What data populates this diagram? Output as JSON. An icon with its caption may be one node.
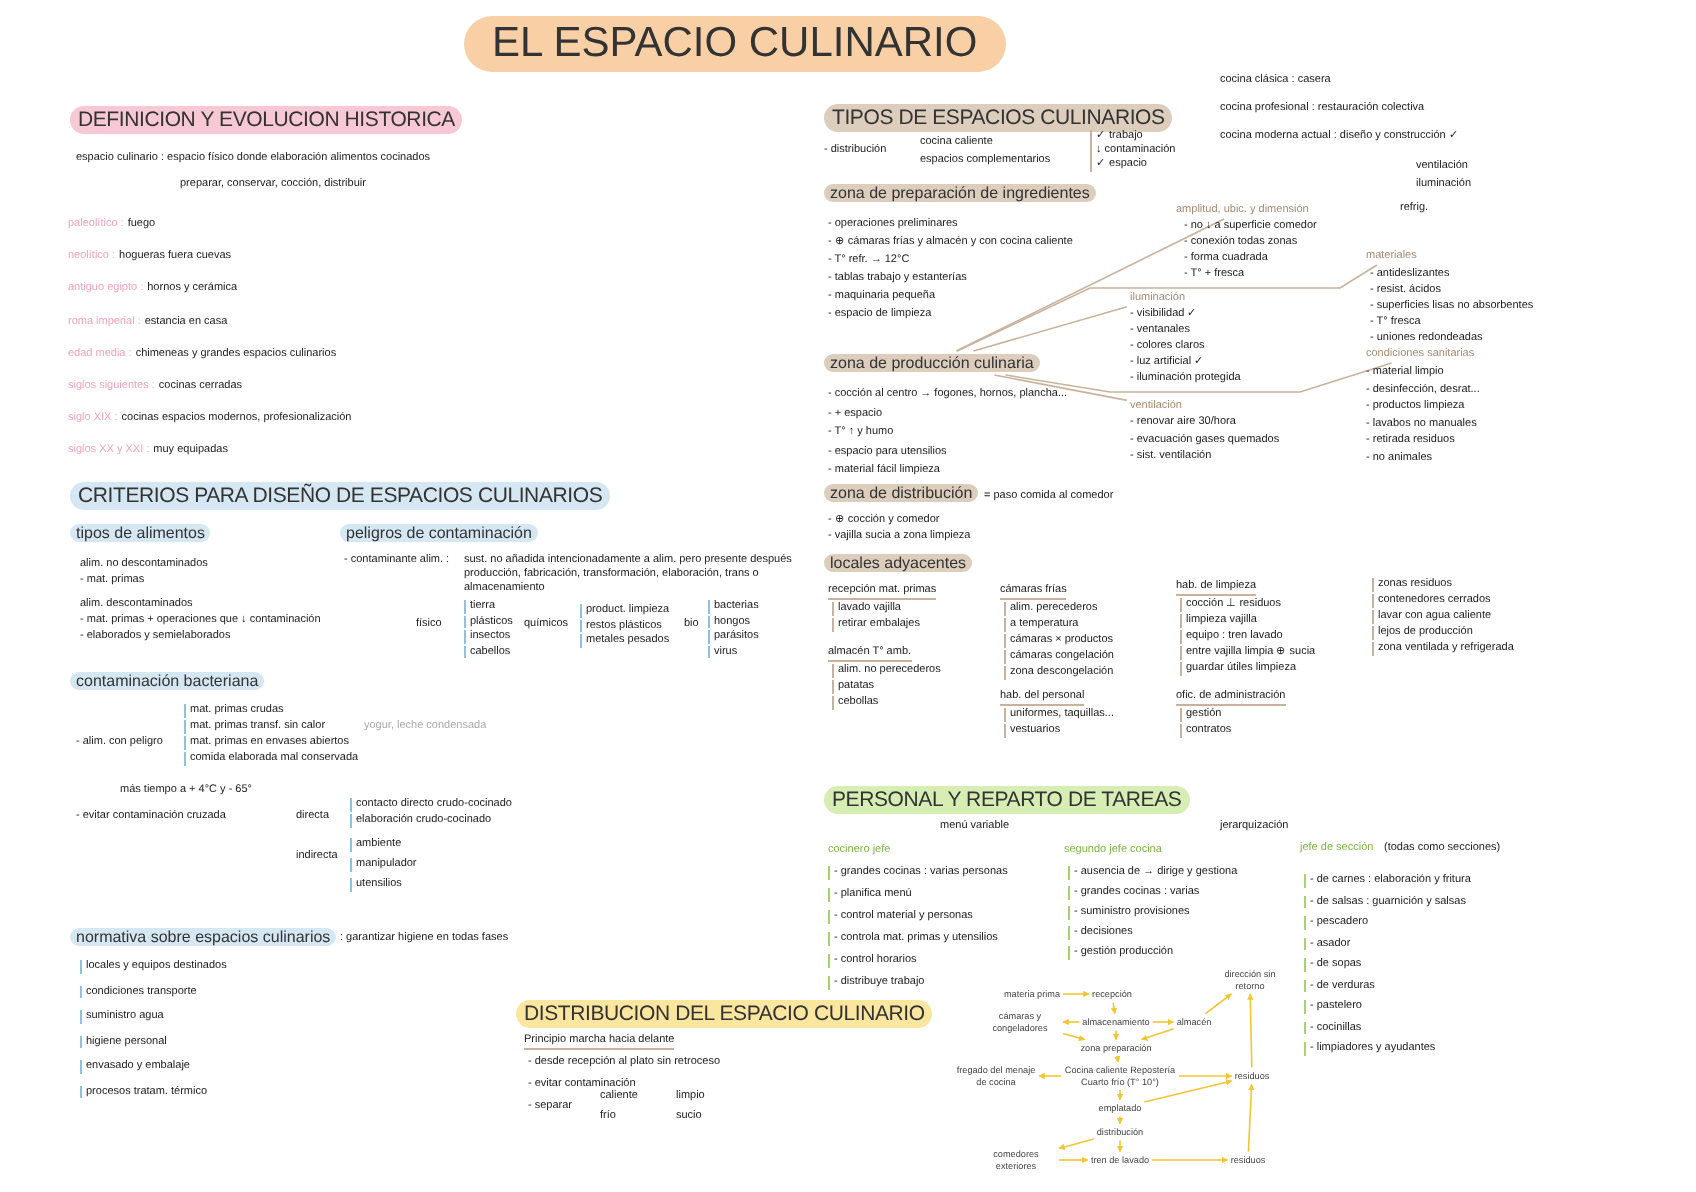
{
  "diagram": {
    "title": "EL ESPACIO CULINARIO",
    "nodes": [
      {
        "text": [
          "zona de producción culinaria"
        ]
      },
      {
        "text": [
          "amplitud, ubic. y dimensión"
        ]
      },
      {
        "text": [
          "materiales"
        ]
      },
      {
        "text": [
          "iluminación"
        ]
      },
      {
        "text": [
          "condiciones sanitarias"
        ]
      },
      {
        "text": [
          "ventilación"
        ]
      },
      {
        "text": [
          "dirección sin retorno"
        ]
      },
      {
        "text": [
          "materia prima"
        ]
      },
      {
        "text": [
          "recepción"
        ]
      },
      {
        "text": [
          "cámaras y congeladores"
        ]
      },
      {
        "text": [
          "almacenamiento"
        ]
      },
      {
        "text": [
          "almacén"
        ]
      },
      {
        "text": [
          "zona preparación"
        ]
      },
      {
        "text": [
          "fregado del menaje de cocina"
        ]
      },
      {
        "text": [
          "Cocina caliente Repostería Cuarto frío (T° 10°)"
        ]
      },
      {
        "text": [
          "residuos"
        ]
      },
      {
        "text": [
          "emplatado"
        ]
      },
      {
        "text": [
          "distribución"
        ]
      },
      {
        "text": [
          "comedores exteriores"
        ]
      },
      {
        "text": [
          "tren de lavado"
        ]
      },
      {
        "text": [
          "residuos"
        ]
      }
    ],
    "edges": [
      {
        "from": 0,
        "to": 1,
        "arrow": "none",
        "color": "#c8b29c"
      },
      {
        "from": 0,
        "to": 2,
        "arrow": "none",
        "color": "#c8b29c"
      },
      {
        "from": 0,
        "to": 3,
        "arrow": "none",
        "color": "#c8b29c"
      },
      {
        "from": 0,
        "to": 4,
        "arrow": "none",
        "color": "#c8b29c"
      },
      {
        "from": 0,
        "to": 5,
        "arrow": "none",
        "color": "#c8b29c"
      },
      {
        "from": 7,
        "to": 8,
        "arrow": "to"
      },
      {
        "from": 8,
        "to": 10,
        "arrow": "to"
      },
      {
        "from": 10,
        "to": 9,
        "arrow": "to"
      },
      {
        "from": 10,
        "to": 11,
        "arrow": "to"
      },
      {
        "from": 9,
        "to": 12,
        "arrow": "to"
      },
      {
        "from": 10,
        "to": 12,
        "arrow": "to"
      },
      {
        "from": 11,
        "to": 12,
        "arrow": "to"
      },
      {
        "from": 12,
        "to": 14,
        "arrow": "to"
      },
      {
        "from": 14,
        "to": 13,
        "arrow": "to"
      },
      {
        "from": 14,
        "to": 15,
        "arrow": "to"
      },
      {
        "from": 15,
        "to": 6,
        "arrow": "to"
      },
      {
        "from": 11,
        "to": 6,
        "arrow": "to"
      },
      {
        "from": 14,
        "to": 16,
        "arrow": "to"
      },
      {
        "from": 16,
        "to": 15,
        "arrow": "to"
      },
      {
        "from": 16,
        "to": 17,
        "arrow": "to"
      },
      {
        "from": 17,
        "to": 18,
        "arrow": "to"
      },
      {
        "from": 18,
        "to": 19,
        "arrow": "to"
      },
      {
        "from": 17,
        "to": 19,
        "arrow": "to"
      },
      {
        "from": 19,
        "to": 20,
        "arrow": "to"
      },
      {
        "from": 20,
        "to": 15,
        "arrow": "to"
      }
    ],
    "labels": [
      "DEFINICION Y EVOLUCION HISTORICA",
      "espacio culinario : espacio físico donde elaboración alimentos cocinados",
      "preparar, conservar, cocción, distribuir",
      "paleolítico :",
      "fuego",
      "neolítico :",
      "hogueras fuera cuevas",
      "antiguo egipto :",
      "hornos y cerámica",
      "roma imperial :",
      "estancia en casa",
      "edad media :",
      "chimeneas y grandes espacios culinarios",
      "siglos siguientes :",
      "cocinas cerradas",
      "siglo XIX :",
      "cocinas espacios modernos, profesionalización",
      "siglos XX y XXI :",
      "muy equipadas",
      "CRITERIOS PARA DISEÑO DE ESPACIOS CULINARIOS",
      "tipos de alimentos",
      "alim. no descontaminados",
      "- mat. primas",
      "alim. descontaminados",
      "- mat. primas + operaciones que ↓ contaminación",
      "- elaborados y semielaborados",
      "peligros de contaminación",
      "- contaminante alim. :",
      "sust. no añadida intencionadamente a alim. pero presente después producción, fabricación, transformación, elaboración, trans o almacenamiento",
      "físico",
      "tierra",
      "plásticos",
      "insectos",
      "cabellos",
      "químicos",
      "product. limpieza",
      "restos plásticos",
      "metales pesados",
      "bio",
      "bacterias",
      "hongos",
      "parásitos",
      "virus",
      "contaminación bacteriana",
      "- alim. con peligro",
      "mat. primas crudas",
      "mat. primas transf. sin calor",
      "mat. primas en envases abiertos",
      "comida elaborada mal conservada",
      "yogur, leche condensada",
      "más tiempo a + 4°C y - 65°",
      "- evitar contaminación cruzada",
      "directa",
      "contacto directo crudo-cocinado",
      "elaboración crudo-cocinado",
      "indirecta",
      "ambiente",
      "manipulador",
      "utensilios",
      "normativa sobre espacios culinarios",
      ": garantizar higiene en todas fases",
      "locales y equipos destinados",
      "condiciones transporte",
      "suministro agua",
      "higiene personal",
      "envasado y embalaje",
      "procesos tratam. térmico",
      "DISTRIBUCION DEL ESPACIO CULINARIO",
      "Principio marcha hacia delante",
      "- desde recepción al plato sin retroceso",
      "- evitar contaminación",
      "- separar",
      "caliente",
      "frío",
      "limpio",
      "sucio",
      "TIPOS DE ESPACIOS CULINARIOS",
      "cocina clásica : casera",
      "cocina profesional : restauración colectiva",
      "cocina moderna actual : diseño y construcción ✓",
      "ventilación",
      "iluminación",
      "refrig.",
      "- distribución",
      "cocina caliente",
      "espacios complementarios",
      "✓ trabajo",
      "↓ contaminación",
      "✓ espacio",
      "zona de preparación de ingredientes",
      "- operaciones preliminares",
      "- ⊕ cámaras frías y almacén y con cocina caliente",
      "- T° refr. → 12°C",
      "- tablas trabajo y estanterías",
      "- maquinaria pequeña",
      "- espacio de limpieza",
      "- cocción al centro → fogones, hornos, plancha...",
      "- + espacio",
      "- T° ↑ y humo",
      "- espacio para utensilios",
      "- material fácil limpieza",
      "- no ↓ a superficie comedor",
      "- conexión todas zonas",
      "- forma cuadrada",
      "- T° + fresca",
      "- visibilidad ✓",
      "- ventanales",
      "- colores claros",
      "- luz artificial ✓",
      "- iluminación protegida",
      "- renovar aire 30/hora",
      "- evacuación gases quemados",
      "- sist. ventilación",
      "- antideslizantes",
      "- resist. ácidos",
      "- superficies lisas no absorbentes",
      "- T° fresca",
      "- uniones redondeadas",
      "- material limpio",
      "- desinfección, desrat...",
      "- productos limpieza",
      "- lavabos no manuales",
      "- retirada residuos",
      "- no animales",
      "zona de distribución",
      "= paso comida al comedor",
      "- ⊕ cocción y comedor",
      "- vajilla sucia a zona limpieza",
      "locales adyacentes",
      "recepción mat. primas",
      "lavado vajilla",
      "retirar embalajes",
      "almacén T° amb.",
      "alim. no perecederos",
      "patatas",
      "cebollas",
      "cámaras frías",
      "alim. perecederos",
      "a temperatura",
      "cámaras × productos",
      "cámaras congelación",
      "zona descongelación",
      "hab. del personal",
      "uniformes, taquillas...",
      "vestuarios",
      "hab. de limpieza",
      "cocción ⊥ residuos",
      "limpieza vajilla",
      "equipo : tren lavado",
      "entre vajilla limpia ⊕ sucia",
      "guardar útiles limpieza",
      "ofic. de administración",
      "gestión",
      "contratos",
      "zonas residuos",
      "contenedores cerrados",
      "lavar con agua caliente",
      "lejos de producción",
      "zona ventilada y refrigerada",
      "PERSONAL Y REPARTO DE TAREAS",
      "menú variable",
      "jerarquización",
      "cocinero jefe",
      "- grandes cocinas : varias personas",
      "- planifica menú",
      "- control material y personas",
      "- controla mat. primas y utensilios",
      "- control horarios",
      "- distribuye trabajo",
      "segundo jefe cocina",
      "- ausencia de → dirige y gestiona",
      "- grandes cocinas : varias",
      "- suministro provisiones",
      "- decisiones",
      "- gestión producción",
      "jefe de sección",
      "(todas como secciones)",
      "- de carnes : elaboración y fritura",
      "- de salsas : guarnición y salsas",
      "- pescadero",
      "- asador",
      "- de sopas",
      "- de verduras",
      "- pastelero",
      "- cocinillas",
      "- limpiadores y ayudantes"
    ]
  }
}
